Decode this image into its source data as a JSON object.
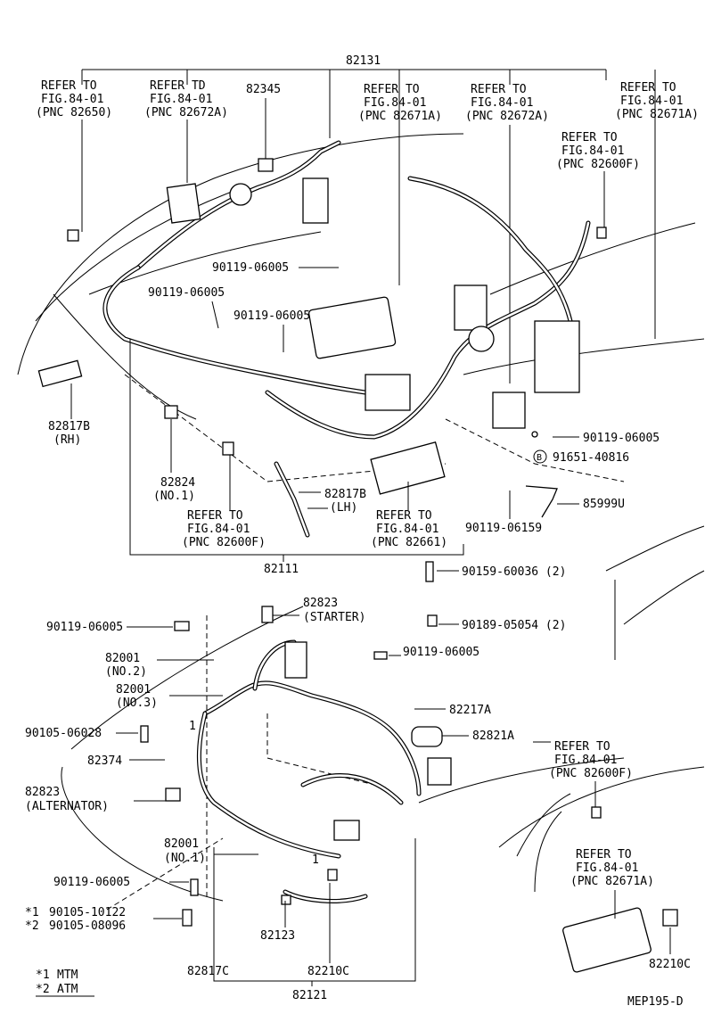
{
  "diagram_code": "MEP195-D",
  "upper": {
    "main_pnc": "82131",
    "refs": [
      {
        "l1": "REFER TO",
        "l2": "FIG.84-01",
        "l3": "(PNC 82650)"
      },
      {
        "l1": "REFER TD",
        "l2": "FIG.84-01",
        "l3": "(PNC 82672A)"
      },
      {
        "l1": "REFER TO",
        "l2": "FIG.84-01",
        "l3": "(PNC 82671A)"
      },
      {
        "l1": "REFER TO",
        "l2": "FIG.84-01",
        "l3": "(PNC 82672A)"
      },
      {
        "l1": "REFER TO",
        "l2": "FIG.84-01",
        "l3": "(PNC 82671A)"
      },
      {
        "l1": "REFER TO",
        "l2": "FIG.84-01",
        "l3": "(PNC 82600F)"
      }
    ],
    "labels": {
      "p82345": "82345",
      "bolt1": "90119-06005",
      "bolt2": "90119-06005",
      "bolt3": "90119-06005",
      "bolt4": "90119-06005",
      "p91651": "91651-40816",
      "circle_b": "B",
      "p85999": "85999U",
      "bolt5": "90119-06159",
      "p82817b_rh_1": "82817B",
      "p82817b_rh_2": "(RH)",
      "p82824_1": "82824",
      "p82824_2": "(NO.1)",
      "p82817b_lh_1": "82817B",
      "p82817b_lh_2": "(LH)",
      "sub_pnc": "82111"
    },
    "refs_lower": [
      {
        "l1": "REFER TO",
        "l2": "FIG.84-01",
        "l3": "(PNC 82600F)"
      },
      {
        "l1": "REFER TO",
        "l2": "FIG.84-01",
        "l3": "(PNC 82661)"
      }
    ]
  },
  "lower": {
    "labels": {
      "p90159": "90159-60036 (2)",
      "p90189": "90189-05054 (2)",
      "p82823s_1": "82823",
      "p82823s_2": "(STARTER)",
      "bolt_a": "90119-06005",
      "bolt_b": "90119-06005",
      "p82001n2_1": "82001",
      "p82001n2_2": "(NO.2)",
      "p82001n3_1": "82001",
      "p82001n3_2": "(NO.3)",
      "p82217a": "82217A",
      "p90105": "90105-06028",
      "p82821a": "82821A",
      "p82374": "82374",
      "p82823a_1": "82823",
      "p82823a_2": "(ALTERNATOR)",
      "p82001n1_1": "82001",
      "p82001n1_2": "(NO.1)",
      "bolt_c": "90119-06005",
      "ast1_mark": "*1",
      "ast1_part": "90105-10122",
      "ast2_mark": "*2",
      "ast2_part": "90105-08096",
      "p82123": "82123",
      "p82817c": "82817C",
      "p82210c_a": "82210C",
      "p82210c_b": "82210C",
      "p82121": "82121",
      "mark1a": "1",
      "mark1b": "1"
    },
    "refs": [
      {
        "l1": "REFER TO",
        "l2": "FIG.84-01",
        "l3": "(PNC 82600F)"
      },
      {
        "l1": "REFER TO",
        "l2": "FIG.84-01",
        "l3": "(PNC 82671A)"
      }
    ]
  },
  "legend": [
    {
      "mark": "*1",
      "text": "MTM"
    },
    {
      "mark": "*2",
      "text": "ATM"
    }
  ]
}
